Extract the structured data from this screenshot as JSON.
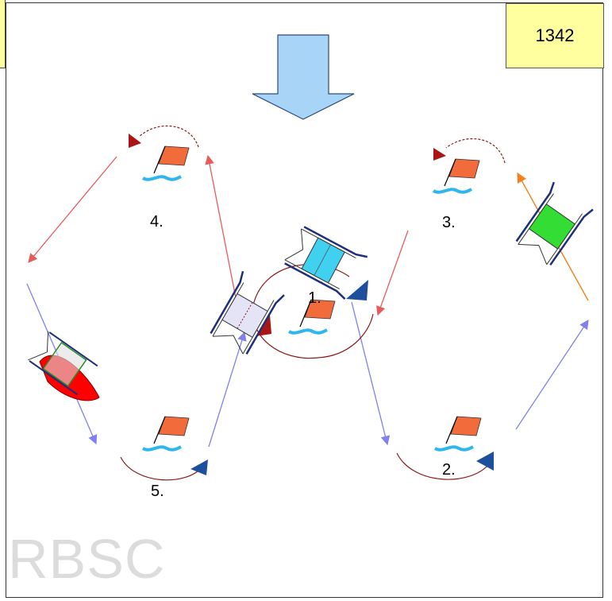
{
  "badge": {
    "number": "1342"
  },
  "marks": [
    {
      "id": "mark-1",
      "label": "1."
    },
    {
      "id": "mark-2",
      "label": "2."
    },
    {
      "id": "mark-3",
      "label": "3."
    },
    {
      "id": "mark-4",
      "label": "4."
    },
    {
      "id": "mark-5",
      "label": "5."
    }
  ],
  "watermark": "RBSC",
  "colors": {
    "wind_arrow": "#a8d4f8",
    "flag": "#f26b3a",
    "water": "#2fb6ee",
    "course_red": "#e85b5b",
    "course_blue": "#8080ee",
    "course_orange": "#f08020",
    "rounding_arc": "#8b1a1a",
    "committee_boat": "#ff0000",
    "cat_cyan": "#40d0f0",
    "cat_green": "#33dd33",
    "cat_lavender": "#e4e4f6",
    "pin_blue": "#1c4f9c",
    "pin_red": "#aa1515"
  }
}
